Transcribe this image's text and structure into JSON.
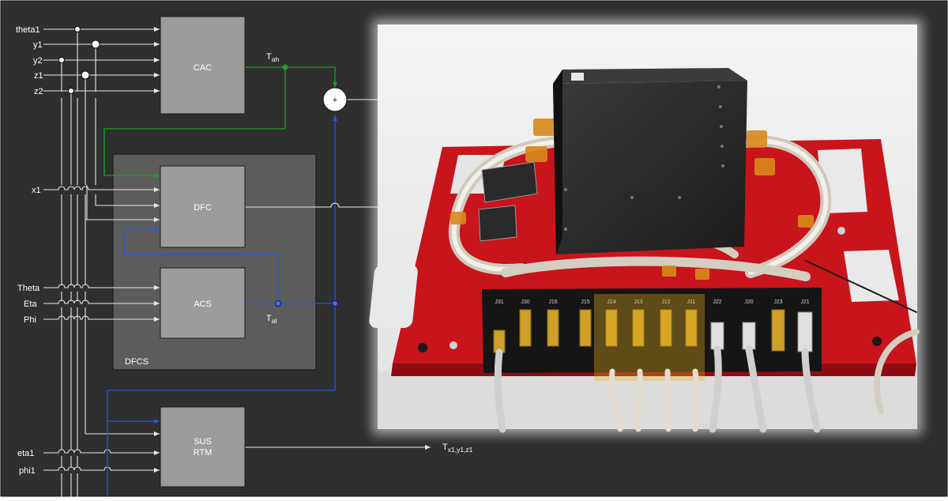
{
  "colors": {
    "background": "#2f2f2f",
    "block_fill": "#9c9c9c",
    "dfcs_fill": "#5c5c5c",
    "wire": "#e8e8e8",
    "green_wire": "#1fa01f",
    "blue_wire": "#2d55d4",
    "plate_red": "#c8141b"
  },
  "inputs": {
    "theta1": "theta1",
    "y1": "y1",
    "y2": "y2",
    "z1": "z1",
    "z2": "z2",
    "x1": "x1",
    "Theta": "Theta",
    "Eta": "Eta",
    "Phi": "Phi",
    "eta1": "eta1",
    "phi1": "phi1"
  },
  "blocks": {
    "cac": "CAC",
    "dfc": "DFC",
    "acs": "ACS",
    "sus_line1": "SUS",
    "sus_line2": "RTM",
    "dfcs": "DFCS"
  },
  "signals": {
    "tah_main": "T",
    "tah_sub": "ah",
    "tal_main": "T",
    "tal_sub": "al",
    "tout_main": "T",
    "tout_sub": "x1,y1,z1"
  },
  "sum_symbol": "+",
  "photo": {
    "name": "hardware-photo",
    "connector_labels": [
      "J31",
      "J30",
      "J16",
      "J15",
      "J14",
      "J13",
      "J12",
      "J11",
      "J22",
      "J20",
      "J23",
      "J21"
    ]
  }
}
